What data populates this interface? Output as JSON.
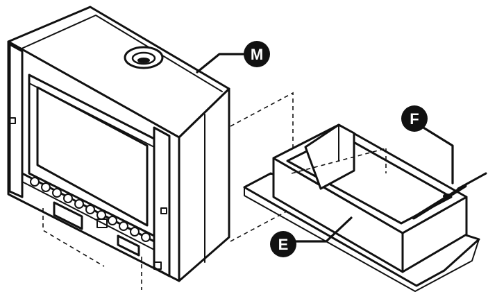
{
  "callouts": [
    {
      "id": "M",
      "label": "M"
    },
    {
      "id": "F",
      "label": "F"
    },
    {
      "id": "E",
      "label": "E"
    }
  ]
}
